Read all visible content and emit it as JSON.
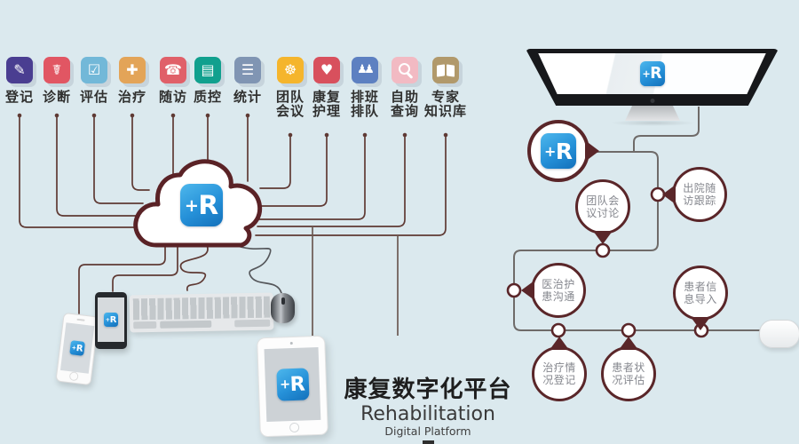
{
  "colors": {
    "background": "#dbe9ee",
    "network_line": "#5f3a34",
    "flow_line": "#6f6b69",
    "accent_maroon": "#5a2629",
    "logo_blue_top": "#4db7ec",
    "logo_blue_bottom": "#1370ba"
  },
  "logo": {
    "plus": "+",
    "letter": "R"
  },
  "features": [
    {
      "name": "registration",
      "label": "登记",
      "color": "#4a3e91",
      "glyph": "✎"
    },
    {
      "name": "diagnosis",
      "label": "诊断",
      "color": "#e15663",
      "glyph": "☤"
    },
    {
      "name": "assessment",
      "label": "评估",
      "color": "#72b8d8",
      "glyph": "☑"
    },
    {
      "name": "treatment",
      "label": "治疗",
      "color": "#e3a458",
      "glyph": "✚"
    },
    {
      "name": "follow-up",
      "label": "随访",
      "color": "#e06069",
      "glyph": "☎"
    },
    {
      "name": "quality-control",
      "label": "质控",
      "color": "#11a08e",
      "glyph": "▤"
    },
    {
      "name": "statistics",
      "label": "统计",
      "color": "#8095b3",
      "glyph": "☰"
    },
    {
      "name": "team-meeting",
      "label": "团队\n会议",
      "color": "#f5b52c",
      "glyph": "☸"
    },
    {
      "name": "rehab-nursing",
      "label": "康复\n护理",
      "color": "#d8505d",
      "glyph": "♥"
    },
    {
      "name": "scheduling-queue",
      "label": "排班\n排队",
      "color": "#5d80c1",
      "glyph": "♟"
    },
    {
      "name": "self-service-query",
      "label": "自助\n查询",
      "color": "#f2bac3",
      "glyph": ""
    },
    {
      "name": "expert-knowledge",
      "label": "专家\n知识库",
      "color": "#b1996b",
      "glyph": ""
    }
  ],
  "callouts": [
    {
      "name": "team-meeting-discussion",
      "line1": "团队会",
      "line2": "议讨论"
    },
    {
      "name": "discharge-follow-up",
      "line1": "出院随",
      "line2": "访跟踪"
    },
    {
      "name": "doctor-patient-communication",
      "line1": "医治护",
      "line2": "患沟通"
    },
    {
      "name": "patient-info-import",
      "line1": "患者信",
      "line2": "息导入"
    },
    {
      "name": "treatment-registration",
      "line1": "治疗情",
      "line2": "况登记"
    },
    {
      "name": "patient-status-assessment",
      "line1": "患者状",
      "line2": "况评估"
    }
  ],
  "title": {
    "zh": "康复数字化平台",
    "en": "Rehabilitation",
    "sub": "Digital Platform"
  }
}
